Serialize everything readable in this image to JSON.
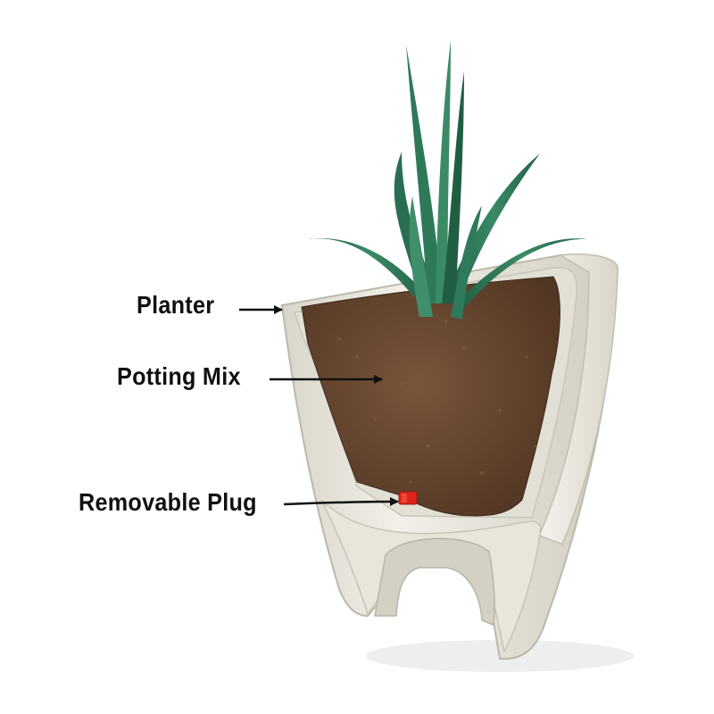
{
  "callouts": {
    "planter": "Planter",
    "potting_mix": "Potting Mix",
    "removable_plug": "Removable Plug"
  },
  "colors": {
    "planter": "#e9e6dc",
    "planter_shadow": "#c9c5b8",
    "soil": "#6b4a33",
    "leaf": "#2f7a5a",
    "plug": "#e0241b",
    "arrow": "#111111"
  }
}
